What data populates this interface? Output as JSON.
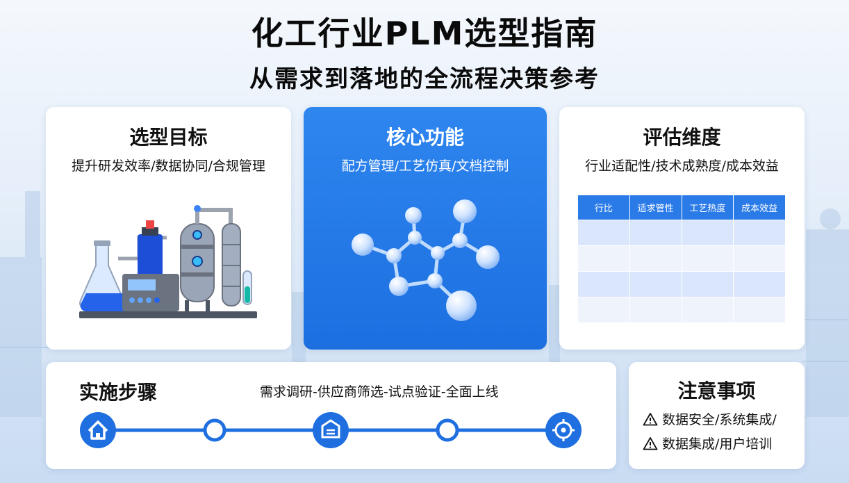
{
  "header": {
    "title": "化工行业PLM选型指南",
    "subtitle": "从需求到落地的全流程决策参考"
  },
  "goal": {
    "title": "选型目标",
    "subtitle": "提升研发效率/数据协同/合规管理",
    "illustration": "chemical-plant-icon"
  },
  "core": {
    "title": "核心功能",
    "subtitle": "配方管理/工艺仿真/文档控制",
    "illustration": "molecule-icon",
    "accent": "#2a7be8"
  },
  "eval": {
    "title": "评估维度",
    "subtitle": "行业适配性/技术成熟度/成本效益",
    "table_headers": [
      "行比",
      "适求管性",
      "工艺热度",
      "成本效益"
    ],
    "header_color": "#2a7be8"
  },
  "steps": {
    "title": "实施步骤",
    "description": "需求调研-供应商筛选-试点验证-全面上线",
    "nodes": [
      "home-icon",
      "circle-node",
      "box-icon",
      "circle-node",
      "target-icon"
    ]
  },
  "notes": {
    "title": "注意事项",
    "items": [
      "数据安全/系统集成/",
      "数据集成/用户培训"
    ],
    "item_icon": "warning-icon"
  }
}
